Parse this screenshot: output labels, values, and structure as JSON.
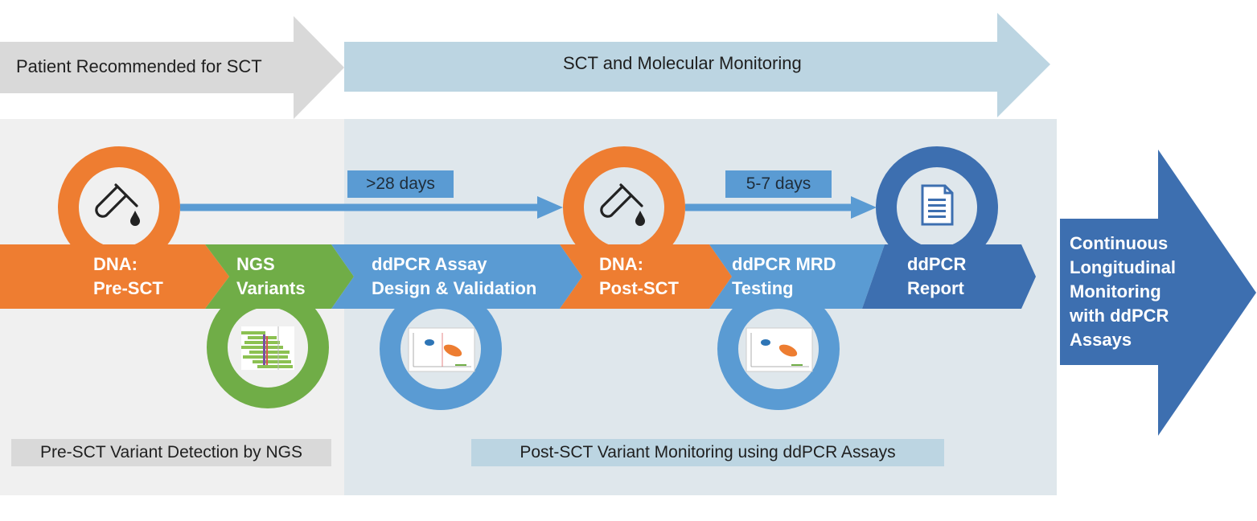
{
  "phases": {
    "pre": "Patient Recommended for SCT",
    "post": "SCT and Molecular Monitoring"
  },
  "timings": {
    "first": ">28 days",
    "second": "5-7 days"
  },
  "steps": [
    {
      "line1": "DNA:",
      "line2": "Pre-SCT"
    },
    {
      "line1": "NGS",
      "line2": "Variants"
    },
    {
      "line1": "ddPCR Assay",
      "line2": "Design & Validation"
    },
    {
      "line1": "DNA:",
      "line2": "Post-SCT"
    },
    {
      "line1": "ddPCR MRD",
      "line2": "Testing"
    },
    {
      "line1": "ddPCR",
      "line2": "Report"
    }
  ],
  "final": {
    "line1": "Continuous",
    "line2": "Longitudinal",
    "line3": "Monitoring",
    "line4": "with ddPCR",
    "line5": "Assays"
  },
  "captions": {
    "left": "Pre-SCT Variant Detection by NGS",
    "right": "Post-SCT Variant Monitoring using ddPCR Assays"
  },
  "icons": [
    "test-tube-icon",
    "test-tube-icon",
    "document-icon",
    "ngs-table-icon",
    "ddpcr-plot-icon",
    "ddpcr-plot-icon"
  ],
  "colors": {
    "orange": "#ee7d31",
    "green": "#70ad47",
    "lightblue": "#5a9bd3",
    "darkblue": "#3d6fb0",
    "phase_grey": "#d9d9d9",
    "phase_blue": "#bcd5e2",
    "panel_grey": "#f0f0f0",
    "panel_blue": "#dfe7ec"
  }
}
